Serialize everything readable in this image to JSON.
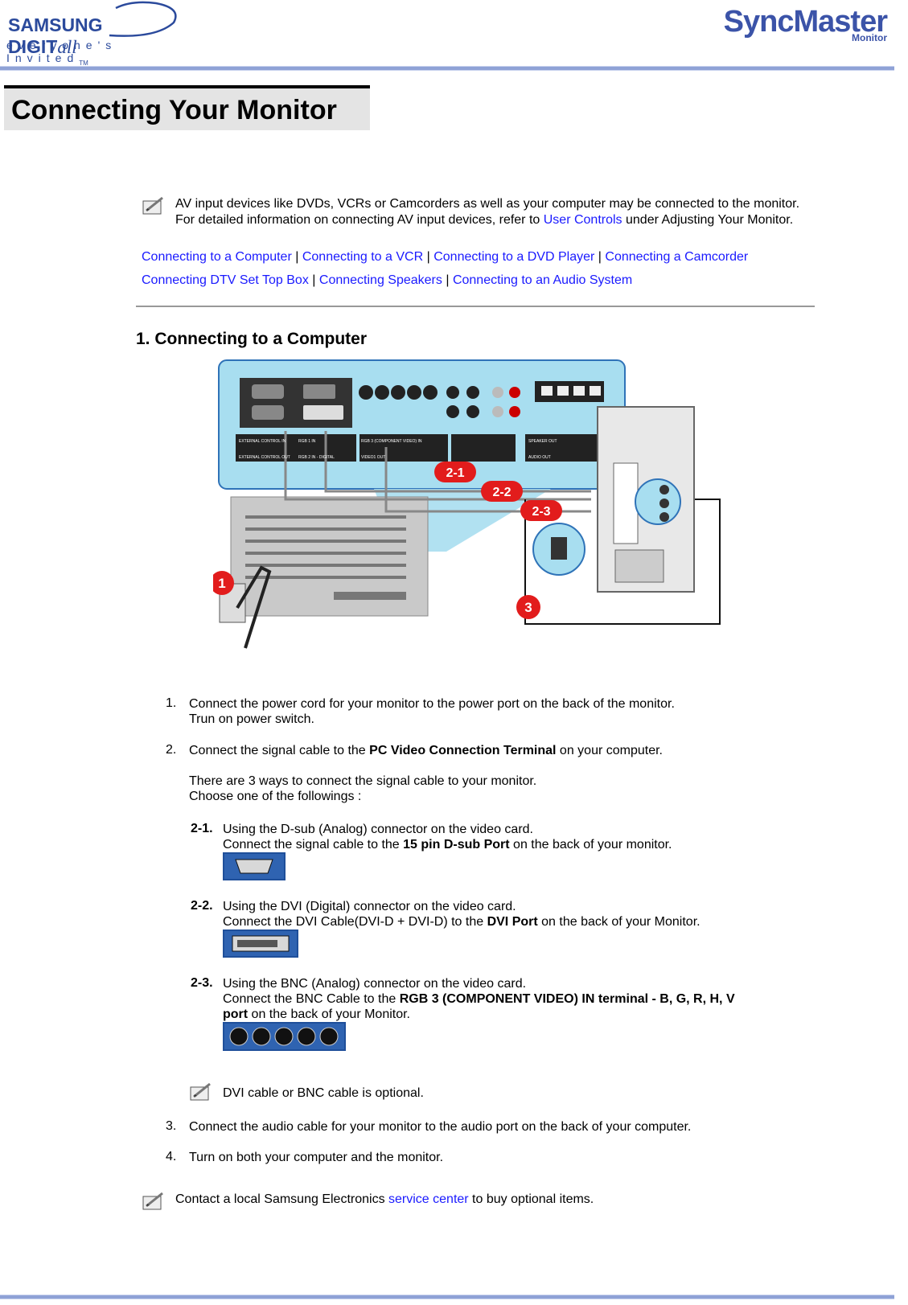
{
  "header": {
    "brand": "SAMSUNG DIGIT",
    "brand_suffix": "all",
    "tagline": "everyone's Invited",
    "tm": "TM",
    "product": "SyncMaster",
    "product_sub": "Monitor"
  },
  "page_title": "Connecting Your Monitor",
  "intro": {
    "text_1": "AV input devices like DVDs, VCRs or Camcorders as well as your computer may be connected to the monitor. For detailed information on connecting AV input devices, refer to ",
    "link": "User Controls",
    "text_2": " under Adjusting Your Monitor."
  },
  "nav_links": {
    "row1": [
      "Connecting to a Computer",
      "Connecting to a VCR",
      "Connecting to a DVD Player",
      "Connecting a Camcorder"
    ],
    "row2": [
      "Connecting DTV Set Top Box",
      "Connecting Speakers",
      "Connecting to an Audio System"
    ],
    "separator": "|"
  },
  "section_title": "1. Connecting to a Computer",
  "figure": {
    "callouts": [
      "2-1",
      "2-2",
      "2-3",
      "1",
      "3"
    ],
    "panel_labels": [
      "EXTERNAL CONTROL IN",
      "RGB 1 IN",
      "EXTERNAL CONTROL OUT",
      "RGB 2 IN - DIGITAL",
      "RGB 3 (COMPONENT VIDEO) IN",
      "VIDEO1 OUT",
      "SPEAKER OUT",
      "AUDIO OUT"
    ]
  },
  "steps": {
    "s1_num": "1.",
    "s1_line1": "Connect the power cord for your monitor to the power port on the back of the monitor.",
    "s1_line2": "Trun on power switch.",
    "s2_num": "2.",
    "s2_pre": "Connect the signal cable to the ",
    "s2_bold": "PC Video Connection Terminal",
    "s2_post": " on your computer.",
    "s2_line3": "There are 3 ways to connect the signal cable to your monitor.",
    "s2_line4": "Choose one of the followings :",
    "o1_label": "2-1.",
    "o1_line1": "Using the D-sub (Analog) connector on the video card.",
    "o1_pre": "Connect the signal cable to the ",
    "o1_bold": "15 pin D-sub Port",
    "o1_post": " on the back of your monitor.",
    "o2_label": "2-2.",
    "o2_line1": "Using the DVI (Digital) connector on the video card.",
    "o2_pre": "Connect the DVI Cable(DVI-D + DVI-D) to the ",
    "o2_bold": "DVI Port",
    "o2_post": " on the back of your Monitor.",
    "o3_label": "2-3.",
    "o3_line1": "Using the BNC (Analog) connector on the video card.",
    "o3_pre": "Connect the BNC Cable to the ",
    "o3_bold1": "RGB 3 (COMPONENT VIDEO) IN terminal - B, G, R, H, V",
    "o3_bold2": "port",
    "o3_post": " on the back of your Monitor.",
    "optional_note": "DVI cable or BNC cable is optional.",
    "s3_num": "3.",
    "s3_text": "Connect the audio cable for your monitor to the audio port on the back of your computer.",
    "s4_num": "4.",
    "s4_text": "Turn on both your computer and the monitor."
  },
  "footer_note": {
    "pre": "Contact a local Samsung Electronics ",
    "link": "service center",
    "post": " to buy optional items."
  }
}
